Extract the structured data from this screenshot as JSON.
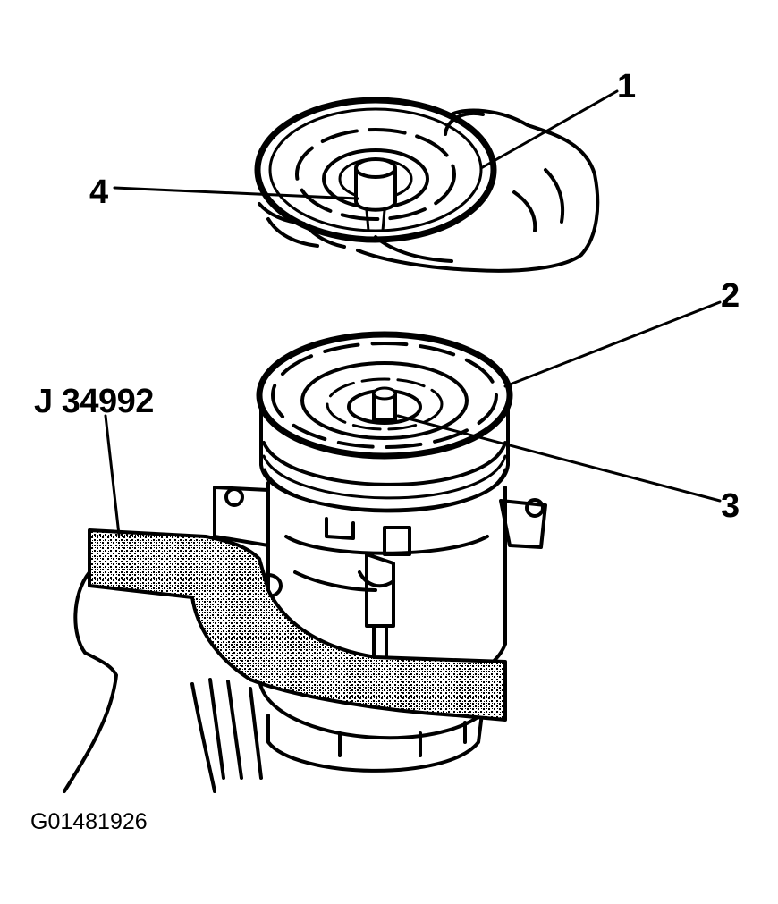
{
  "figure": {
    "figure_id": "G01481926",
    "tool_label": "J 34992",
    "callouts": [
      "1",
      "2",
      "3",
      "4"
    ],
    "line_color": "#000000",
    "background_color": "#ffffff"
  }
}
